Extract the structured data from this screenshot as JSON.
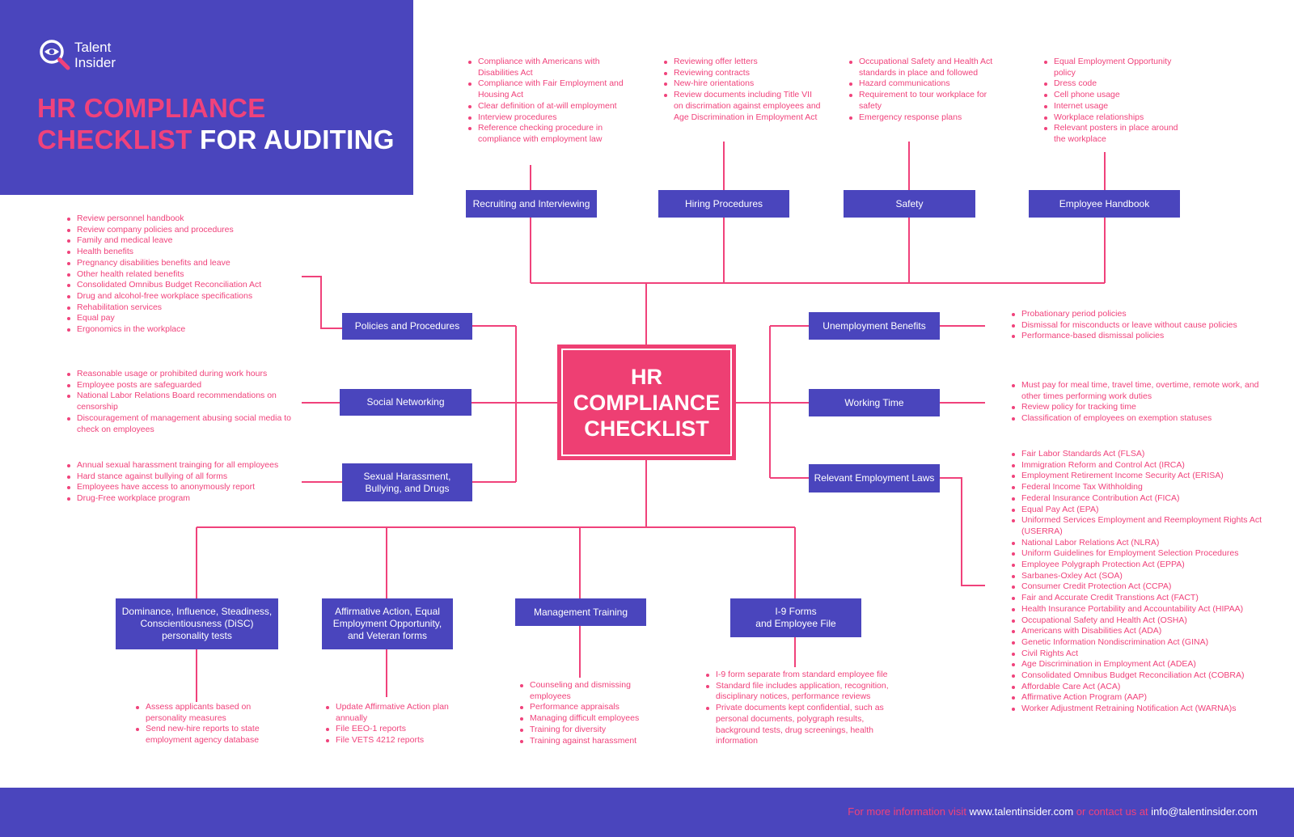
{
  "brand": {
    "line1": "Talent",
    "line2": "Insider"
  },
  "title": {
    "line1_pink": "HR COMPLIANCE",
    "line2_pink": "CHECKLIST",
    "line2_white": " FOR AUDITING"
  },
  "center": {
    "line1": "HR",
    "line2": "COMPLIANCE",
    "line2b": "CHECKLIST"
  },
  "colors": {
    "primary": "#4a45bd",
    "accent": "#ee3f73",
    "text_accent": "#f0427b"
  },
  "icons": {
    "logo": "magnifier-eye-icon"
  },
  "categories": {
    "recruiting": {
      "label": "Recruiting and Interviewing",
      "items": [
        "Compliance with Americans with Disabilities Act",
        "Compliance with Fair Employment and Housing Act",
        "Clear definition of at-will employment",
        "Interview procedures",
        "Reference checking procedure in compliance with employment  law"
      ]
    },
    "hiring": {
      "label": "Hiring Procedures",
      "items": [
        "Reviewing offer letters",
        "Reviewing contracts",
        "New-hire orientations",
        "Review documents including Title VII on discrimation against employees and Age Discrimination in Employment Act"
      ]
    },
    "safety": {
      "label": "Safety",
      "items": [
        "Occupational Safety and Health Act standards in place and followed",
        "Hazard communications",
        "Requirement to tour workplace for safety",
        "Emergency response plans"
      ]
    },
    "handbook": {
      "label": "Employee Handbook",
      "items": [
        "Equal Employment Opportunity policy",
        "Dress code",
        "Cell phone usage",
        "Internet usage",
        "Workplace relationships",
        "Relevant posters in place around the workplace"
      ]
    },
    "policies": {
      "label": "Policies and Procedures",
      "items": [
        "Review personnel handbook",
        "Review company policies and procedures",
        "Family and medical leave",
        "Health benefits",
        "Pregnancy disabilities benefits and leave",
        "Other health related benefits",
        "Consolidated Omnibus Budget Reconciliation Act",
        "Drug and alcohol-free workplace specifications",
        "Rehabilitation services",
        "Equal pay",
        "Ergonomics in the workplace"
      ]
    },
    "social": {
      "label": "Social Networking",
      "items": [
        "Reasonable usage or prohibited during work hours",
        "Employee posts are safeguarded",
        "National Labor Relations Board recommendations on censorship",
        "Discouragement of management abusing social media to check on employees"
      ]
    },
    "harassment": {
      "label": "Sexual Harassment,\nBullying, and Drugs",
      "items": [
        "Annual sexual harassment trainging for all employees",
        "Hard stance against bullying of all forms",
        "Employees have access to anonymously report",
        "Drug-Free workplace program"
      ]
    },
    "unemployment": {
      "label": "Unemployment Benefits",
      "items": [
        "Probationary period policies",
        "Dismissal for misconducts or leave without cause policies",
        "Performance-based dismissal policies"
      ]
    },
    "working_time": {
      "label": "Working Time",
      "items": [
        "Must pay for meal time, travel time, overtime, remote work, and other times performing work duties",
        "Review policy for tracking time",
        "Classification of employees on exemption statuses"
      ]
    },
    "laws": {
      "label": "Relevant Employment Laws",
      "items": [
        "Fair Labor Standards Act (FLSA)",
        "Immigration Reform and Control Act (IRCA)",
        "Employment Retirement Income Security Act (ERISA)",
        "Federal Income Tax Withholding",
        "Federal Insurance Contribution Act (FICA)",
        "Equal Pay Act (EPA)",
        "Uniformed Services Employment and Reemployment Rights Act (USERRA)",
        "National Labor Relations Act (NLRA)",
        "Uniform Guidelines for Employment Selection Procedures",
        "Employee Polygraph Protection Act (EPPA)",
        "Sarbanes-Oxley Act (SOA)",
        "Consumer Credit Protection Act (CCPA)",
        "Fair and Accurate Credit Transtions Act (FACT)",
        "Health Insurance Portability and Accountability Act (HIPAA)",
        "Occupational Safety and Health Act (OSHA)",
        "Americans with Disabilities Act (ADA)",
        "Genetic Information Nondiscrimination Act (GINA)",
        "Civil Rights Act",
        "Age Discrimination in Employment Act (ADEA)",
        "Consolidated Omnibus Budget Reconciliation Act (COBRA)",
        "Affordable Care Act (ACA)",
        "Affirmative Action Program (AAP)",
        "Worker Adjustment Retraining Notification Act (WARNA)s"
      ]
    },
    "disc": {
      "label": "Dominance, Influence, Steadiness,\nConscientiousness (DiSC)\npersonality tests",
      "items": [
        "Assess applicants based on personality measures",
        "Send new-hire reports to state employment agency database"
      ]
    },
    "affirmative": {
      "label": "Affirmative Action, Equal\nEmployment Opportunity,\nand Veteran forms",
      "items": [
        "Update Affirmative Action plan annually",
        "File EEO-1 reports",
        "File VETS 4212 reports"
      ]
    },
    "management": {
      "label": "Management Training",
      "items": [
        "Counseling and dismissing employees",
        "Performance appraisals",
        "Managing difficult employees",
        "Training for diversity",
        "Training against harassment"
      ]
    },
    "i9": {
      "label": "I-9 Forms\nand Employee File",
      "items": [
        "I-9 form separate from standard employee file",
        "Standard file includes application, recognition, disciplinary notices, performance reviews",
        "Private documents kept confidential, such as personal documents, polygraph results, background tests, drug screenings, health information"
      ]
    }
  },
  "footer": {
    "pre": "For more information visit ",
    "website": "www.talentinsider.com",
    "mid": " or contact us at ",
    "email": "info@talentinsider.com"
  }
}
